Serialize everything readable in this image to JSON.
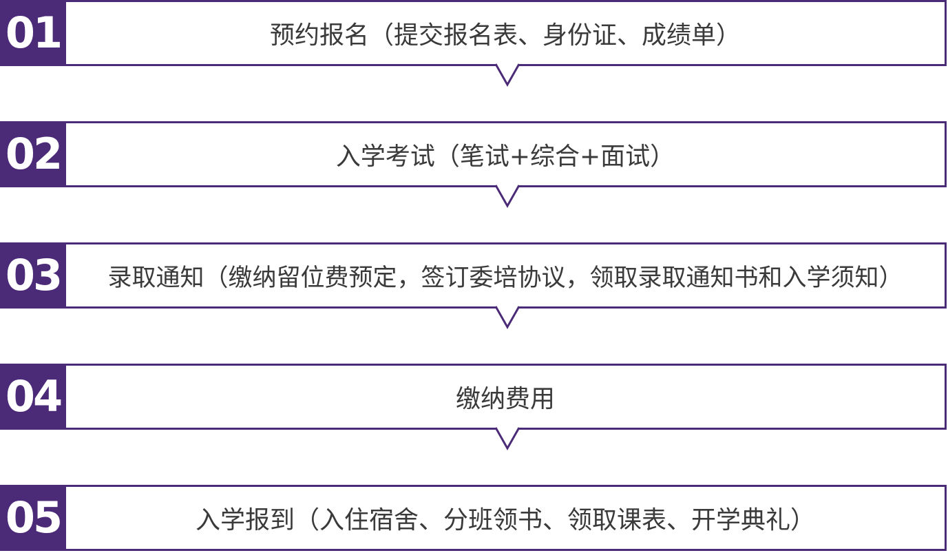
{
  "accent_color": "#4b2a77",
  "text_color": "#3a3a3a",
  "steps": [
    {
      "number": "01",
      "label": "预约报名（提交报名表、身份证、成绩单）"
    },
    {
      "number": "02",
      "label": "入学考试（笔试+综合+面试）"
    },
    {
      "number": "03",
      "label": "录取通知（缴纳留位费预定，签订委培协议，领取录取通知书和入学须知）"
    },
    {
      "number": "04",
      "label": "缴纳费用"
    },
    {
      "number": "05",
      "label": "入学报到（入住宿舍、分班领书、领取课表、开学典礼）"
    }
  ]
}
